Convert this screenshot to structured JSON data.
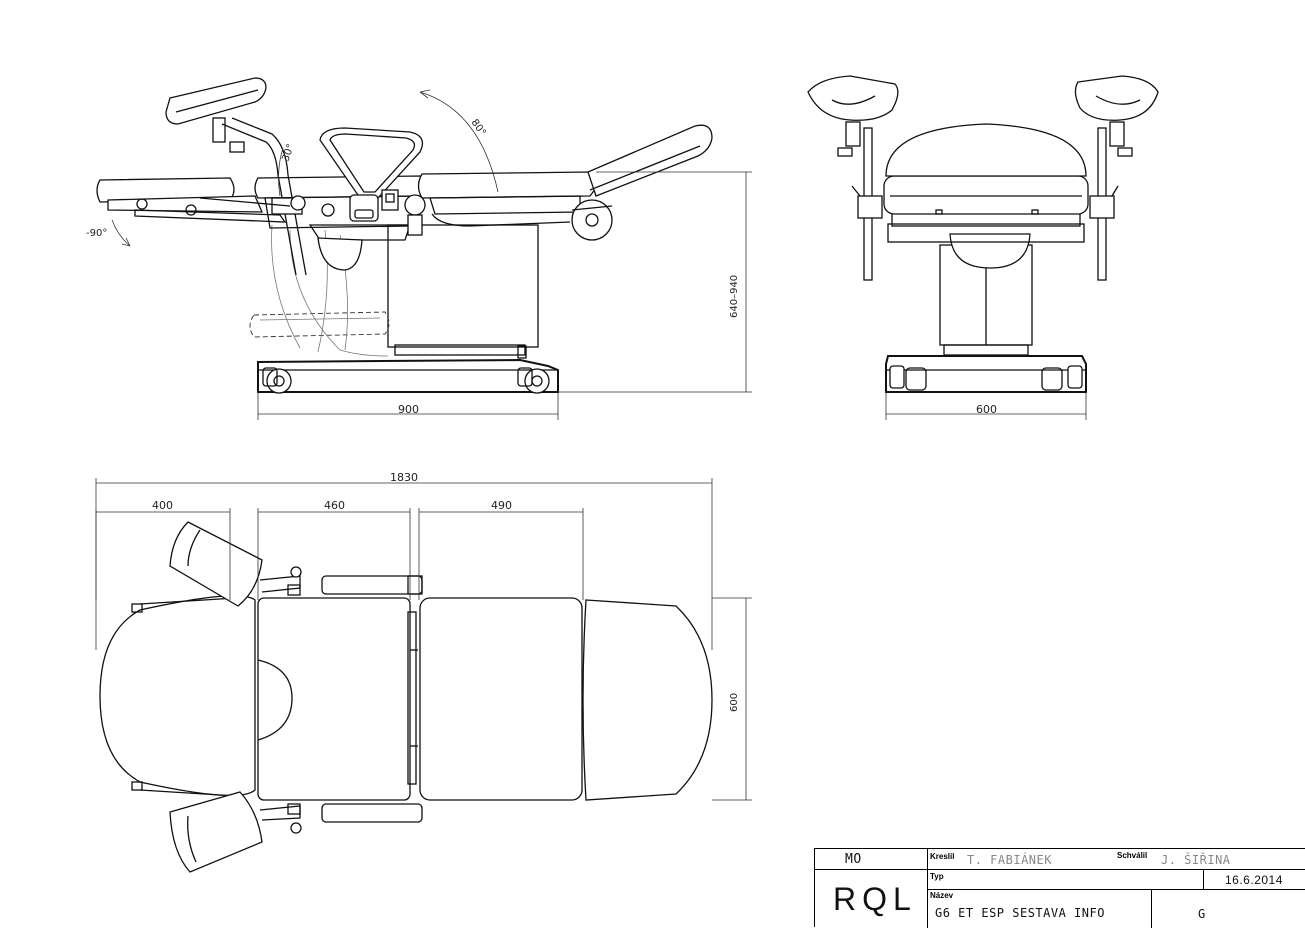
{
  "dimensions": {
    "side_length": "900",
    "side_height": "640–940",
    "front_width": "600",
    "top_total": "1830",
    "top_seg1": "400",
    "top_seg2": "460",
    "top_seg3": "490",
    "top_width": "600"
  },
  "angles": {
    "legrest": "-90°",
    "leg_support": "30°",
    "backrest": "80°"
  },
  "title_block": {
    "cell_mo": "MO",
    "logo": "RQL",
    "label_drawn": "Kreslil",
    "drawn_by": "T. FABIÁNEK",
    "label_checked": "Schválil",
    "checked_by": "J. ŠIŘINA",
    "label_type": "Typ",
    "date": "16.6.2014",
    "label_name": "Název",
    "name": "G6 ET ESP SESTAVA INFO",
    "revision": "G"
  }
}
